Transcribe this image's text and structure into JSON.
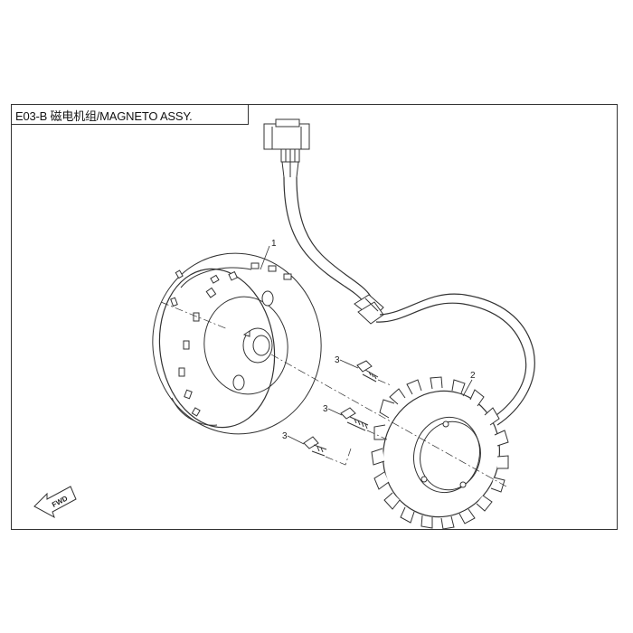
{
  "header": {
    "title": "E03-B 磁电机组/MAGNETO ASSY."
  },
  "callouts": {
    "flywheel": "1",
    "stator": "2",
    "bolt_top": "3",
    "bolt_mid": "3",
    "bolt_low": "3"
  },
  "fwd_arrow": {
    "label": "FWD"
  },
  "colors": {
    "line": "#333333",
    "background": "#ffffff"
  }
}
